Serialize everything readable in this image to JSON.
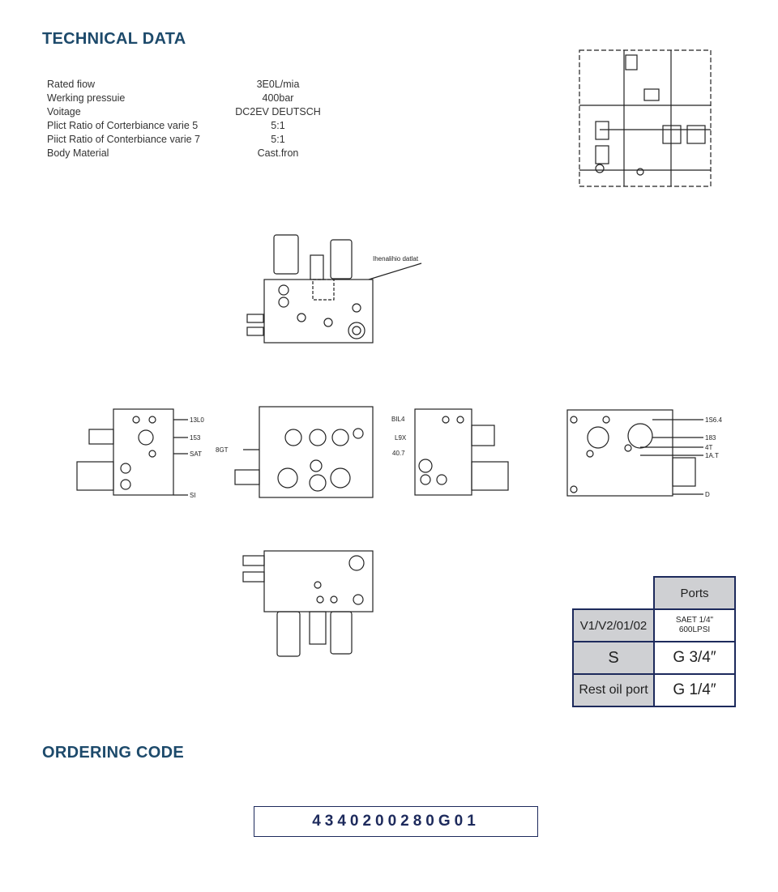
{
  "technical_data": {
    "title": "TECHNICAL DATA",
    "rows": [
      {
        "label": "Rated fiow",
        "value": "3E0L/mia"
      },
      {
        "label": "Werking pressuie",
        "value": "400bar"
      },
      {
        "label": "Voitage",
        "value": "DC2EV DEUTSCH"
      },
      {
        "label": "Plict Ratio of Corterbiance varie 5",
        "value": "5:1"
      },
      {
        "label": "Piict Ratio of Conterbiance varie 7",
        "value": "5:1"
      },
      {
        "label": "Body Material",
        "value": "Cast.fron"
      }
    ]
  },
  "drawings": {
    "labels": {
      "top_note": "Ihenalihio datlat",
      "l1": "13L0",
      "l2": "153",
      "l3": "SAT",
      "l4": "SI",
      "r1": "1S6.4",
      "r2": "183",
      "r3": "4T",
      "r4": "1A.T",
      "r5": "D",
      "m1": "BIL4",
      "m2": "L9X",
      "m3": "40.7",
      "m4": "8GT"
    }
  },
  "ports_table": {
    "header": "Ports",
    "rows": [
      {
        "label": "V1/V2/01/02",
        "value_line1": "SAET 1/4\"",
        "value_line2": "600LPSI"
      },
      {
        "label": "S",
        "value": "G 3/4″"
      },
      {
        "label": "Rest oil port",
        "value": "G 1/4″"
      }
    ]
  },
  "ordering": {
    "title": "ORDERING CODE",
    "code": "4340200280G01"
  }
}
